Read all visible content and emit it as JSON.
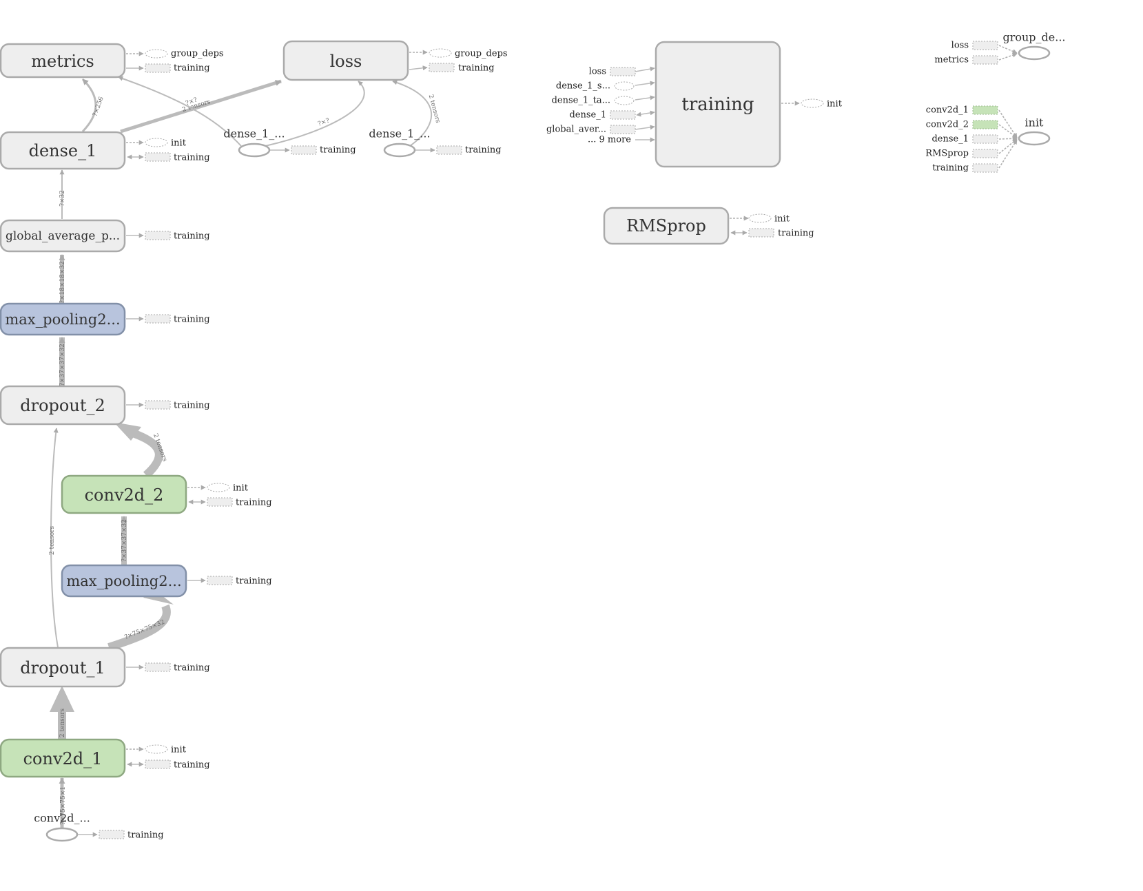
{
  "nodes": {
    "metrics": "metrics",
    "loss": "loss",
    "dense_1": "dense_1",
    "global_average_pooling": "global_average_p...",
    "max_pooling_a": "max_pooling2...",
    "dropout_2": "dropout_2",
    "conv2d_2": "conv2d_2",
    "max_pooling_b": "max_pooling2...",
    "dropout_1": "dropout_1",
    "conv2d_1": "conv2d_1",
    "training": "training",
    "rmsprop": "RMSprop",
    "dense_1_op_a": "dense_1_...",
    "dense_1_op_b": "dense_1_...",
    "conv2d_input": "conv2d_...",
    "group_deps_node": "group_de...",
    "init_node": "init"
  },
  "aux": {
    "group_deps": "group_deps",
    "training": "training",
    "init": "init"
  },
  "training_inputs": [
    "loss",
    "dense_1_s...",
    "dense_1_ta...",
    "dense_1",
    "global_aver..."
  ],
  "training_more": "... 9 more",
  "group_deps_inputs": [
    "loss",
    "metrics"
  ],
  "init_inputs": [
    "conv2d_1",
    "conv2d_2",
    "dense_1",
    "RMSprop",
    "training"
  ],
  "edge_labels": {
    "dense_to_metrics": "?×256",
    "dense_to_loss": "2 tensors",
    "metrics_to_loss": "?×?",
    "op_a_to_loss": "?×?",
    "op_b_to_loss": "2 tensors",
    "gap_to_dense": "?×32",
    "pool_to_gap": "?×18×18×32",
    "drop2_to_pool": "?×37×37×32",
    "conv2_to_drop2": "2 tensors",
    "poolb_to_conv2": "?×37×37×32",
    "drop1_to_poolb": "?×75×75×32",
    "drop1_to_drop2": "2 tensors",
    "conv1_to_drop1": "2 tensors",
    "input_to_conv1": "?×75×75×1"
  },
  "colors": {
    "node_fill": "#eeeeee",
    "pool_fill": "#b8c4dd",
    "conv_fill": "#c6e3b8",
    "edge": "#bbbbbb"
  }
}
